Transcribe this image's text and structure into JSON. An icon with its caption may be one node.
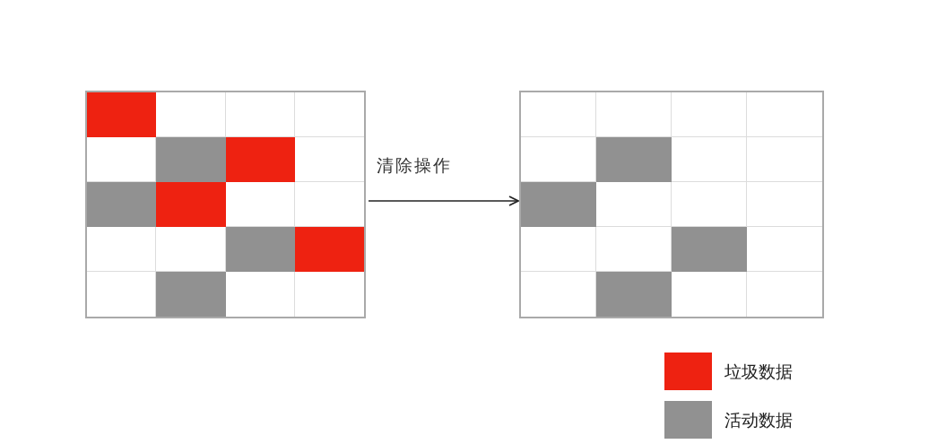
{
  "diagram": {
    "nodes": [
      {
        "text": [],
        "shape": "grid"
      },
      {
        "text": [],
        "shape": "grid"
      }
    ],
    "edges": [
      {
        "from": 0,
        "to": 1,
        "arrow": "to",
        "label": "清除操作"
      }
    ],
    "legend": [
      {
        "text": "垃圾数据",
        "color": "#ee2211"
      },
      {
        "text": "活动数据",
        "color": "#919191"
      }
    ]
  }
}
